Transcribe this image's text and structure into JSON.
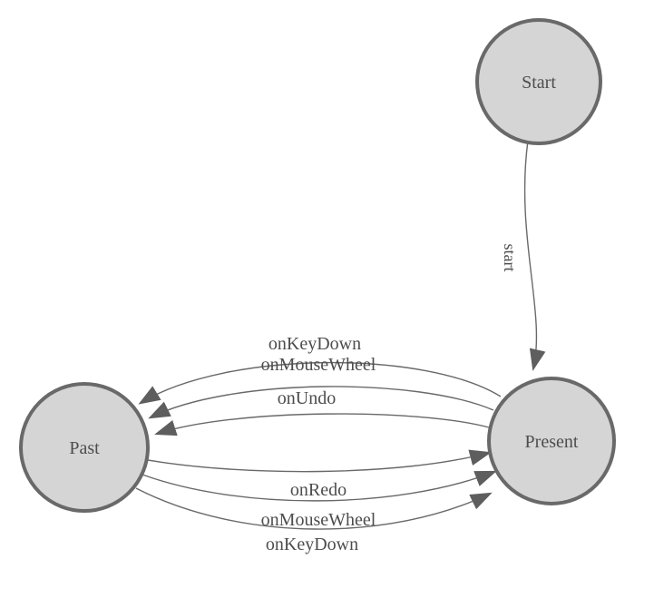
{
  "diagram": {
    "type": "state-machine",
    "colors": {
      "background": "#ffffff",
      "node_fill": "#d5d5d5",
      "node_border": "#696969",
      "edge_line": "#696969",
      "arrowhead": "#5e5e5e",
      "label_text": "#4d4d4d"
    },
    "nodes": [
      {
        "id": "start",
        "label": "Start"
      },
      {
        "id": "present",
        "label": "Present"
      },
      {
        "id": "past",
        "label": "Past"
      }
    ],
    "edges": [
      {
        "from": "Start",
        "to": "Present",
        "label": "start"
      },
      {
        "from": "Present",
        "to": "Past",
        "label": "onKeyDown"
      },
      {
        "from": "Present",
        "to": "Past",
        "label": "onMouseWheel"
      },
      {
        "from": "Present",
        "to": "Past",
        "label": "onUndo"
      },
      {
        "from": "Past",
        "to": "Present",
        "label": "onRedo"
      },
      {
        "from": "Past",
        "to": "Present",
        "label": "onMouseWheel"
      },
      {
        "from": "Past",
        "to": "Present",
        "label": "onKeyDown"
      }
    ]
  }
}
